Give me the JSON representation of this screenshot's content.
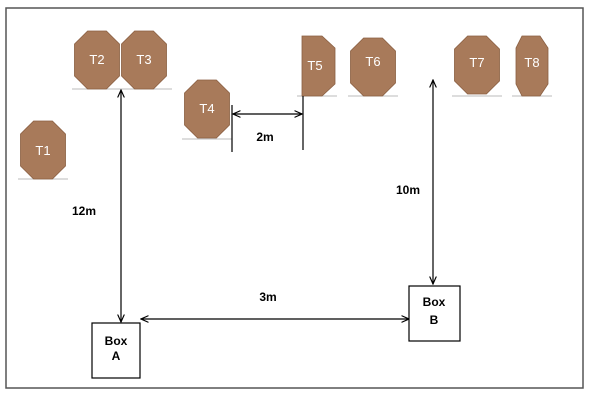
{
  "colors": {
    "target_fill": "#a87a5a",
    "target_edge": "#8a5f42",
    "line": "#000000",
    "frame": "#555555",
    "background": "#ffffff"
  },
  "targets": [
    {
      "id": "t1",
      "label": "T1"
    },
    {
      "id": "t2",
      "label": "T2"
    },
    {
      "id": "t3",
      "label": "T3"
    },
    {
      "id": "t4",
      "label": "T4"
    },
    {
      "id": "t5",
      "label": "T5"
    },
    {
      "id": "t6",
      "label": "T6"
    },
    {
      "id": "t7",
      "label": "T7"
    },
    {
      "id": "t8",
      "label": "T8"
    }
  ],
  "dimensions": {
    "t4_to_t5": "2m",
    "box_a_to_t2": "12m",
    "box_b_to_t7": "10m",
    "box_a_to_box_b": "3m"
  },
  "boxes": {
    "a": {
      "line1": "Box",
      "line2": "A"
    },
    "b": {
      "line1": "Box",
      "line2": "B"
    }
  }
}
